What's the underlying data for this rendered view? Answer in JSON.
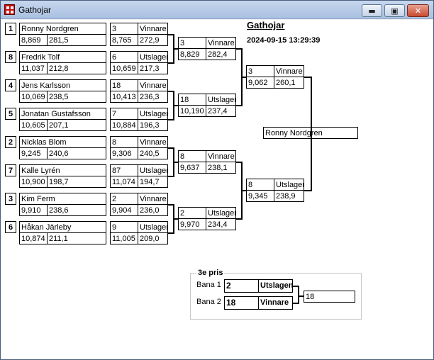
{
  "window": {
    "title": "Gathojar",
    "minimize_label": "▬",
    "maximize_label": "▣",
    "close_label": "✕"
  },
  "header": {
    "title": "Gathojar",
    "datetime": "2024-09-15 13:29:39"
  },
  "round1": [
    {
      "seed": "1",
      "name": "Ronny Nordgren",
      "v1": "8,869",
      "v2": "281,5",
      "lane": "3",
      "result": "Vinnare",
      "r1": "8,765",
      "r2": "272,9"
    },
    {
      "seed": "8",
      "name": "Fredrik Tolf",
      "v1": "11,037",
      "v2": "212,8",
      "lane": "6",
      "result": "Utslagen",
      "r1": "10,659",
      "r2": "217,3"
    },
    {
      "seed": "4",
      "name": "Jens Karlsson",
      "v1": "10,069",
      "v2": "238,5",
      "lane": "18",
      "result": "Vinnare",
      "r1": "10,413",
      "r2": "236,3"
    },
    {
      "seed": "5",
      "name": "Jonatan Gustafsson",
      "v1": "10,605",
      "v2": "207,1",
      "lane": "7",
      "result": "Utslagen",
      "r1": "10,884",
      "r2": "196,3"
    },
    {
      "seed": "2",
      "name": "Nicklas Blom",
      "v1": "9,245",
      "v2": "240,6",
      "lane": "8",
      "result": "Vinnare",
      "r1": "9,306",
      "r2": "240,5"
    },
    {
      "seed": "7",
      "name": "Kalle Lyrén",
      "v1": "10,900",
      "v2": "198,7",
      "lane": "87",
      "result": "Utslagen",
      "r1": "11,074",
      "r2": "194,7"
    },
    {
      "seed": "3",
      "name": "Kim Ferm",
      "v1": "9,910",
      "v2": "238,6",
      "lane": "2",
      "result": "Vinnare",
      "r1": "9,904",
      "r2": "236,0"
    },
    {
      "seed": "6",
      "name": "Håkan Järleby",
      "v1": "10,874",
      "v2": "211,1",
      "lane": "9",
      "result": "Utslagen",
      "r1": "11,005",
      "r2": "209,0"
    }
  ],
  "round2": [
    {
      "lane": "3",
      "result": "Vinnare",
      "r1": "8,829",
      "r2": "282,4"
    },
    {
      "lane": "18",
      "result": "Utslagen",
      "r1": "10,190",
      "r2": "237,4"
    },
    {
      "lane": "8",
      "result": "Vinnare",
      "r1": "9,637",
      "r2": "238,1"
    },
    {
      "lane": "2",
      "result": "Utslagen",
      "r1": "9,970",
      "r2": "234,4"
    }
  ],
  "round3": [
    {
      "lane": "3",
      "result": "Vinnare",
      "r1": "9,062",
      "r2": "260,1"
    },
    {
      "lane": "8",
      "result": "Utslagen",
      "r1": "9,345",
      "r2": "238,9"
    }
  ],
  "winner": "Ronny Nordgren",
  "third_place": {
    "legend": "3e pris",
    "lane1_label": "Bana 1",
    "lane1_value": "2",
    "lane1_result": "Utslagen",
    "lane2_label": "Bana 2",
    "lane2_value": "18",
    "lane2_result": "Vinnare",
    "winner": "18"
  }
}
